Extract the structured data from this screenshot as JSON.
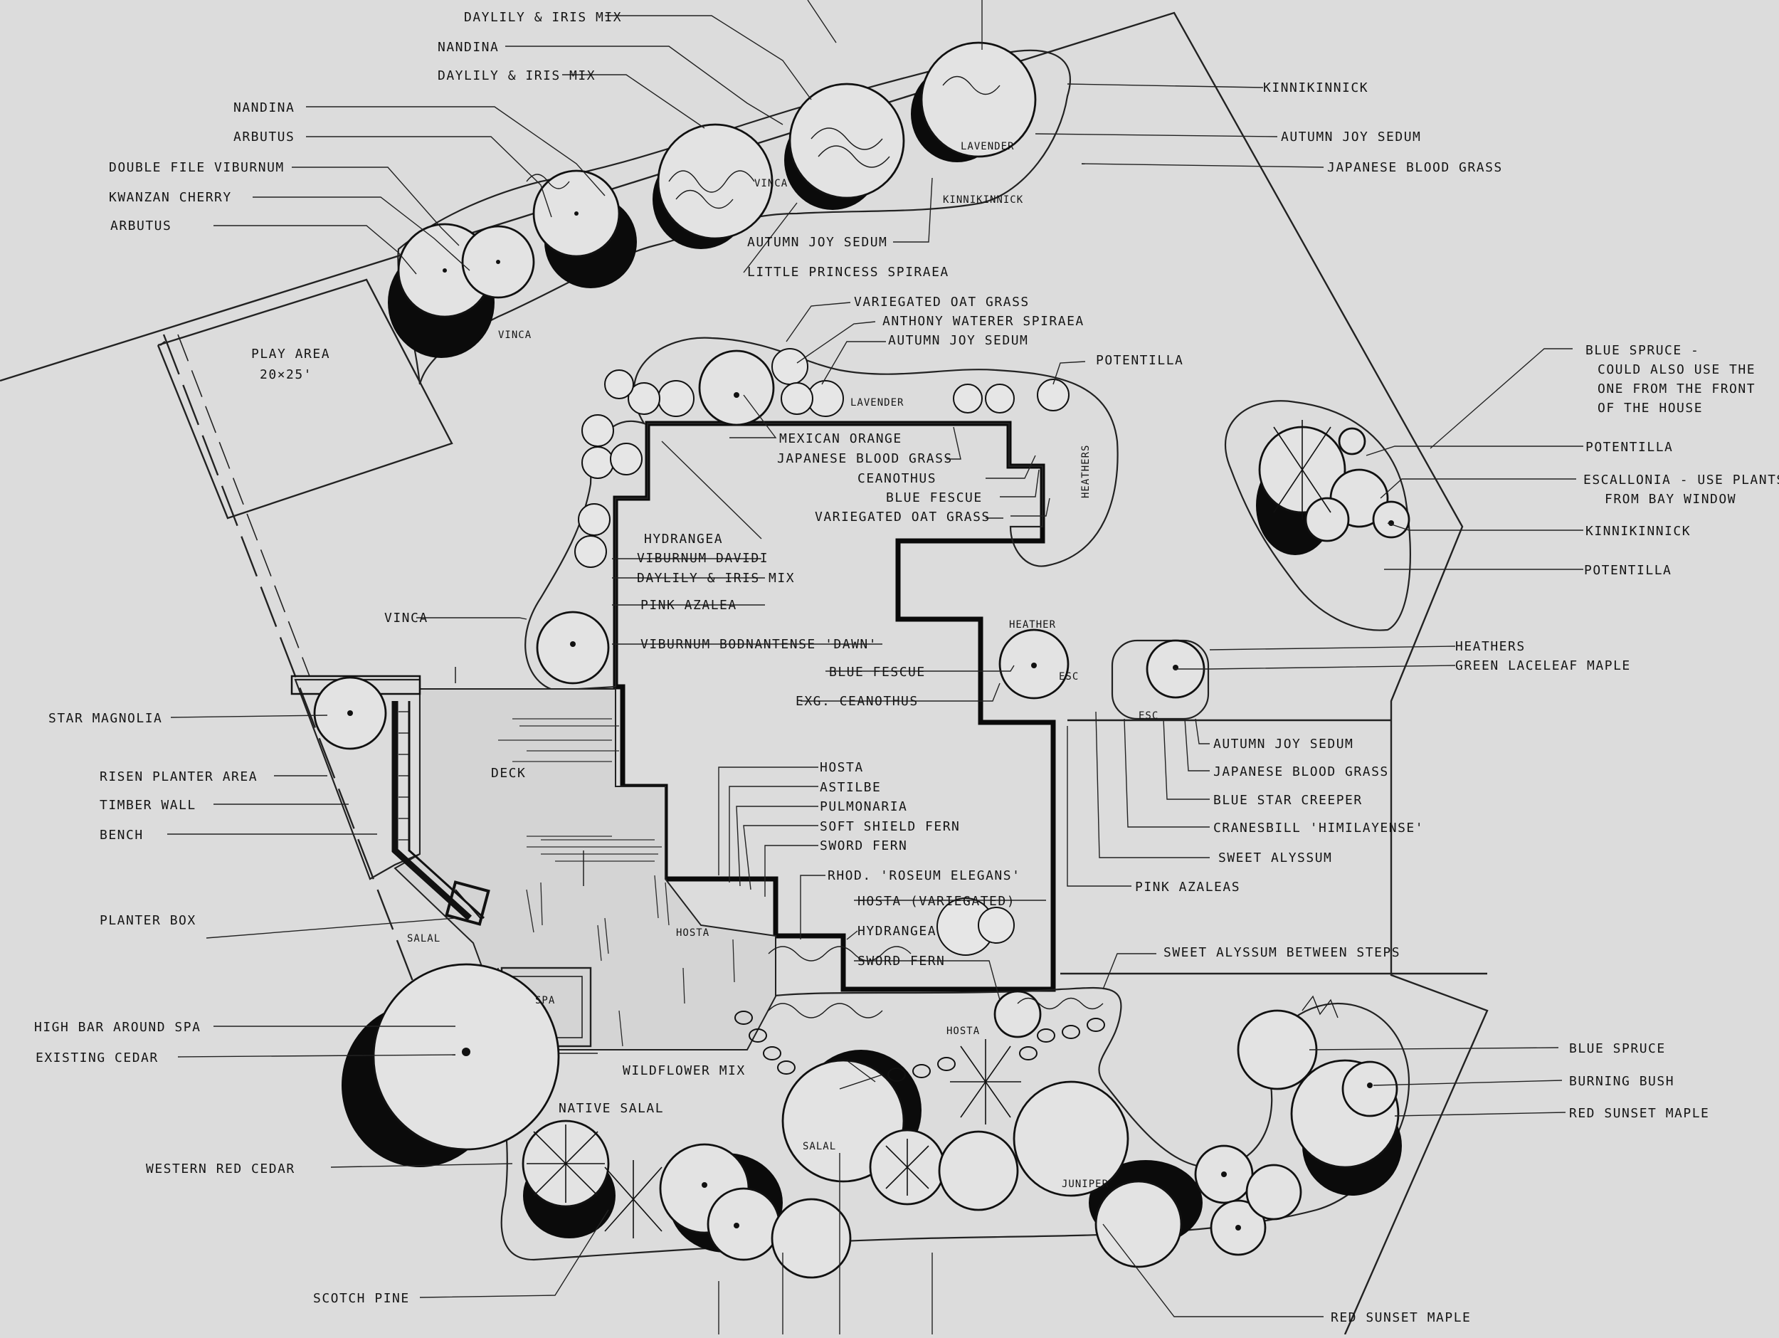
{
  "colors": {
    "paper": "#dcdcdc",
    "ink": "#151515",
    "shadow": "#0a0a0a"
  },
  "areas": {
    "play_area": "PLAY AREA",
    "play_area_size": "20×25'",
    "deck": "DECK",
    "spa": "SPA"
  },
  "labels": {
    "daylily_iris_top": "DAYLILY & IRIS MIX",
    "nandina_top": "NANDINA",
    "daylily_iris_2": "DAYLILY & IRIS MIX",
    "nandina": "NANDINA",
    "arbutus_1": "ARBUTUS",
    "doublefile_viburnum": "DOUBLE FILE VIBURNUM",
    "kwanzan_cherry": "KWANZAN CHERRY",
    "arbutus_2": "ARBUTUS",
    "kinnikinnick_top": "KINNIKINNICK",
    "autumn_joy_top": "AUTUMN JOY SEDUM",
    "japanese_blood_top": "JAPANESE BLOOD GRASS",
    "autumn_joy_bed": "AUTUMN JOY SEDUM",
    "little_princess": "LITTLE PRINCESS SPIRAEA",
    "vinca_top": "VINCA",
    "vinca_bed": "VINCA",
    "lavender_top": "LAVENDER",
    "kinnikinnick_bed": "KINNIKINNICK",
    "variegated_oat": "VARIEGATED OAT GRASS",
    "anthony_waterer": "ANTHONY WATERER SPIRAEA",
    "autumn_joy_2": "AUTUMN JOY SEDUM",
    "potentilla_1": "POTENTILLA",
    "lavender_2": "LAVENDER",
    "heathers_bed": "HEATHERS",
    "mexican_orange": "MEXICAN ORANGE",
    "japanese_blood_2": "JAPANESE BLOOD GRASS",
    "ceanothus": "CEANOTHUS",
    "blue_fescue_1": "BLUE FESCUE",
    "variegated_oat_2": "VARIEGATED OAT GRASS",
    "hydrangea_1": "HYDRANGEA",
    "viburnum_davidi": "VIBURNUM DAVIDI",
    "daylily_iris_3": "DAYLILY & IRIS MIX",
    "pink_azalea": "PINK AZALEA",
    "vinca_left": "VINCA",
    "viburnum_dawn": "VIBURNUM BODNANTENSE 'DAWN'",
    "blue_fescue_2": "BLUE FESCUE",
    "exg_ceanothus": "EXG. CEANOTHUS",
    "heather_small": "HEATHER",
    "esc_small_1": "ESC",
    "esc_small_2": "ESC",
    "blue_spruce_1a": "BLUE SPRUCE -",
    "blue_spruce_1b": "COULD ALSO USE THE",
    "blue_spruce_1c": "ONE FROM THE FRONT",
    "blue_spruce_1d": "OF THE HOUSE",
    "potentilla_2": "POTENTILLA",
    "escallonia_a": "ESCALLONIA - USE PLANTS",
    "escallonia_b": "FROM BAY WINDOW",
    "kinnikinnick_2": "KINNIKINNICK",
    "potentilla_3": "POTENTILLA",
    "heathers_2": "HEATHERS",
    "green_laceleaf": "GREEN LACELEAF MAPLE",
    "star_magnolia": "STAR MAGNOLIA",
    "risen_planter": "RISEN PLANTER AREA",
    "timber_wall": "TIMBER WALL",
    "bench": "BENCH",
    "hosta_1": "HOSTA",
    "astilbe": "ASTILBE",
    "pulmonaria": "PULMONARIA",
    "soft_shield_fern": "SOFT SHIELD FERN",
    "sword_fern_1": "SWORD FERN",
    "rhod_roseum": "RHOD. 'ROSEUM ELEGANS'",
    "hosta_variegated": "HOSTA (VARIEGATED)",
    "hydrangea_2": "HYDRANGEA",
    "sword_fern_2": "SWORD FERN",
    "autumn_joy_3": "AUTUMN JOY SEDUM",
    "japanese_blood_3": "JAPANESE BLOOD GRASS",
    "blue_star_creeper": "BLUE STAR CREEPER",
    "cranesbill": "CRANESBILL 'HIMILAYENSE'",
    "sweet_alyssum": "SWEET ALYSSUM",
    "pink_azaleas": "PINK AZALEAS",
    "planter_box": "PLANTER BOX",
    "salal_1": "SALAL",
    "hosta_2": "HOSTA",
    "sweet_alyssum_steps": "SWEET ALYSSUM BETWEEN STEPS",
    "high_bar": "HIGH BAR AROUND SPA",
    "existing_cedar": "EXISTING CEDAR",
    "wildflower": "WILDFLOWER MIX",
    "native_salal": "NATIVE SALAL",
    "salal_2": "SALAL",
    "hosta_3": "HOSTA",
    "juniper": "JUNIPER",
    "western_red_cedar": "WESTERN RED CEDAR",
    "blue_spruce_2": "BLUE SPRUCE",
    "burning_bush": "BURNING BUSH",
    "red_sunset_1": "RED SUNSET MAPLE",
    "scotch_pine": "SCOTCH PINE",
    "red_sunset_2": "RED SUNSET MAPLE"
  }
}
